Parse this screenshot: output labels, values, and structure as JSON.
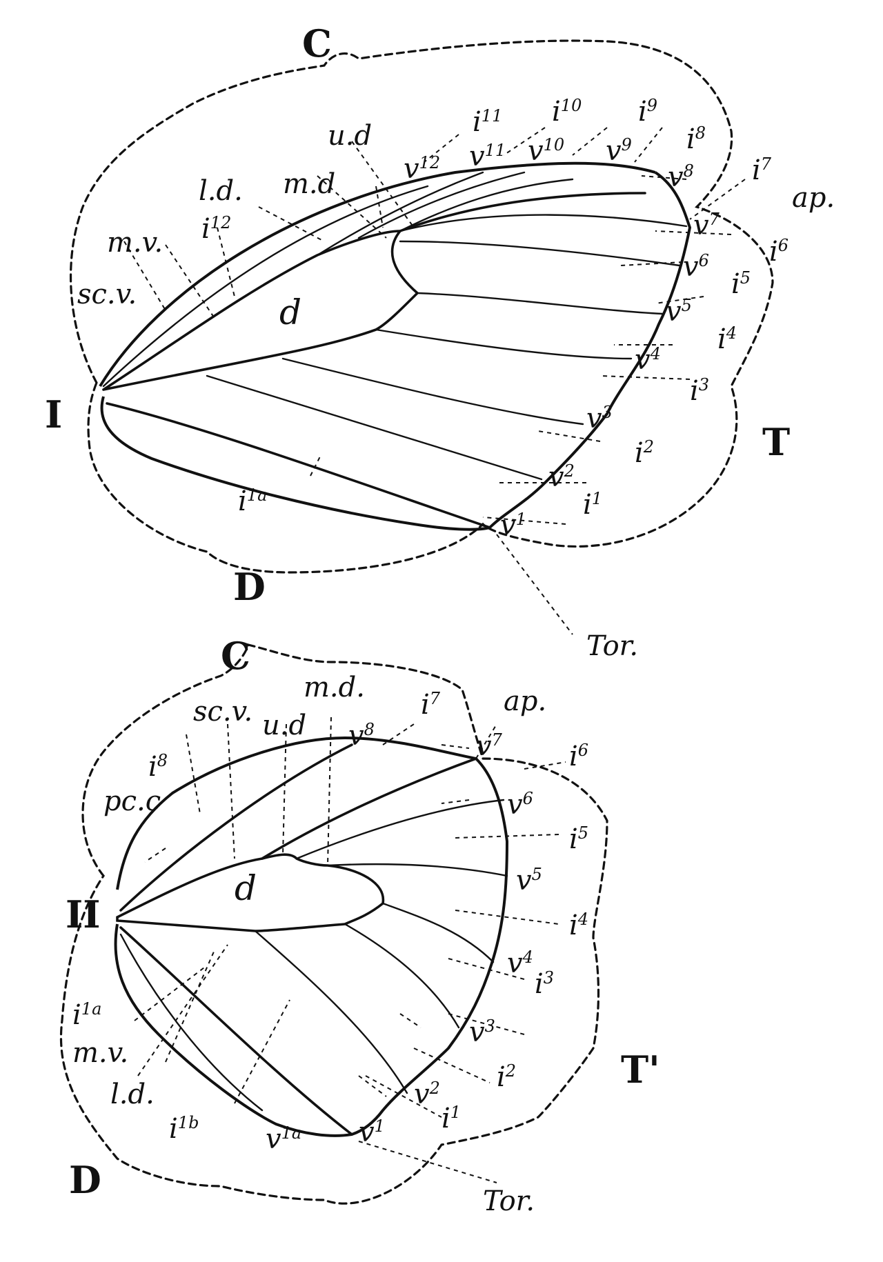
{
  "forewing": {
    "corner_labels": {
      "costa": "C",
      "inner": "I",
      "termen": "T",
      "dorsum": "D"
    },
    "cell": "d",
    "parts": {
      "upper_discocellular": "u.d",
      "middle_discocellular": "m.d",
      "lower_discocellular": "l.d.",
      "median_vein": "m.v.",
      "subcostal_vein": "sc.v.",
      "apex": "ap.",
      "tornus": "Tor."
    },
    "veins": [
      {
        "base": "v",
        "sup": "12"
      },
      {
        "base": "v",
        "sup": "11"
      },
      {
        "base": "v",
        "sup": "10"
      },
      {
        "base": "v",
        "sup": "9"
      },
      {
        "base": "v",
        "sup": "8"
      },
      {
        "base": "v",
        "sup": "7"
      },
      {
        "base": "v",
        "sup": "6"
      },
      {
        "base": "v",
        "sup": "5"
      },
      {
        "base": "v",
        "sup": "4"
      },
      {
        "base": "v",
        "sup": "3"
      },
      {
        "base": "v",
        "sup": "2"
      },
      {
        "base": "v",
        "sup": "1"
      }
    ],
    "interspaces": [
      {
        "base": "i",
        "sup": "11"
      },
      {
        "base": "i",
        "sup": "10"
      },
      {
        "base": "i",
        "sup": "9"
      },
      {
        "base": "i",
        "sup": "8"
      },
      {
        "base": "i",
        "sup": "7"
      },
      {
        "base": "i",
        "sup": "6"
      },
      {
        "base": "i",
        "sup": "5"
      },
      {
        "base": "i",
        "sup": "4"
      },
      {
        "base": "i",
        "sup": "3"
      },
      {
        "base": "i",
        "sup": "2"
      },
      {
        "base": "i",
        "sup": "1"
      },
      {
        "base": "i",
        "sup": "12"
      },
      {
        "base": "i",
        "sup": "1a"
      }
    ]
  },
  "hindwing": {
    "corner_labels": {
      "costa": "C",
      "inner": "II",
      "termen": "T'",
      "dorsum": "D"
    },
    "cell": "d",
    "parts": {
      "subcostal_vein": "sc.v.",
      "upper_discocellular": "u.d",
      "middle_discocellular": "m.d.",
      "lower_discocellular": "l.d.",
      "median_vein": "m.v.",
      "precostal": "pc.c",
      "apex": "ap.",
      "tornus": "Tor."
    },
    "veins": [
      {
        "base": "v",
        "sup": "8"
      },
      {
        "base": "v",
        "sup": "7"
      },
      {
        "base": "v",
        "sup": "6"
      },
      {
        "base": "v",
        "sup": "5"
      },
      {
        "base": "v",
        "sup": "4"
      },
      {
        "base": "v",
        "sup": "3"
      },
      {
        "base": "v",
        "sup": "2"
      },
      {
        "base": "v",
        "sup": "1"
      },
      {
        "base": "v",
        "sup": "1a"
      }
    ],
    "interspaces": [
      {
        "base": "i",
        "sup": "8"
      },
      {
        "base": "i",
        "sup": "7"
      },
      {
        "base": "i",
        "sup": "6"
      },
      {
        "base": "i",
        "sup": "5"
      },
      {
        "base": "i",
        "sup": "4"
      },
      {
        "base": "i",
        "sup": "3"
      },
      {
        "base": "i",
        "sup": "2"
      },
      {
        "base": "i",
        "sup": "1"
      },
      {
        "base": "i",
        "sup": "1a"
      },
      {
        "base": "i",
        "sup": "1b"
      }
    ]
  }
}
